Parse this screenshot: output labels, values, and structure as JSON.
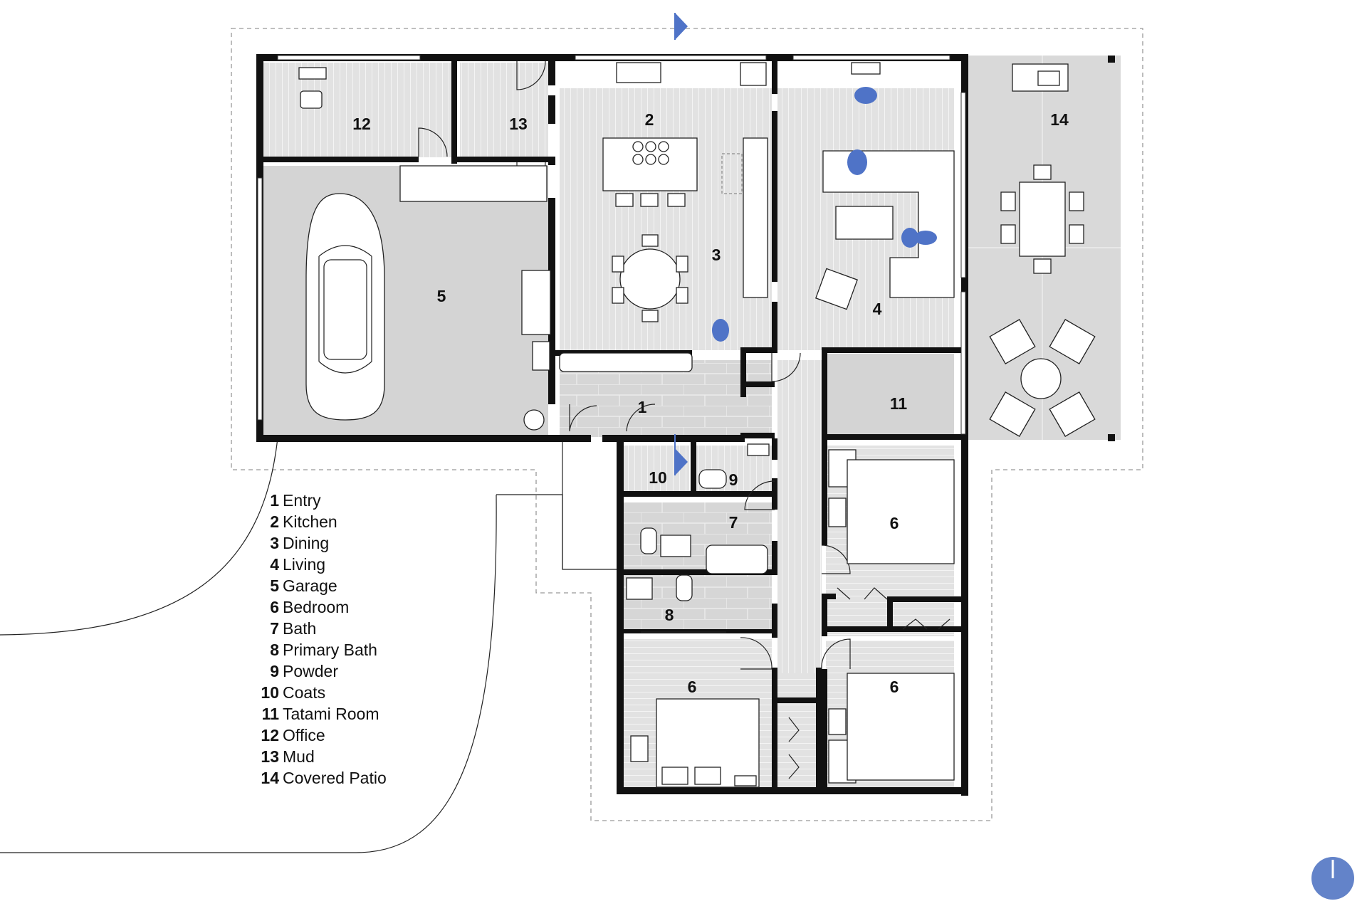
{
  "rooms": [
    {
      "number": "1",
      "name": "Entry"
    },
    {
      "number": "2",
      "name": "Kitchen"
    },
    {
      "number": "3",
      "name": "Dining"
    },
    {
      "number": "4",
      "name": "Living"
    },
    {
      "number": "5",
      "name": "Garage"
    },
    {
      "number": "6",
      "name": "Bedroom"
    },
    {
      "number": "7",
      "name": "Bath"
    },
    {
      "number": "8",
      "name": "Primary Bath"
    },
    {
      "number": "9",
      "name": "Powder"
    },
    {
      "number": "10",
      "name": "Coats"
    },
    {
      "number": "11",
      "name": "Tatami Room"
    },
    {
      "number": "12",
      "name": "Office"
    },
    {
      "number": "13",
      "name": "Mud"
    },
    {
      "number": "14",
      "name": "Covered Patio"
    }
  ],
  "colors": {
    "walls": "#111111",
    "tile_floor": "#d9d9d9",
    "accent_blue": "#4f73c7"
  },
  "icons": {
    "north_arrow": "north-arrow-icon",
    "entry_marker": "entry-triangle-icon",
    "people": "person-icon",
    "car": "car-icon"
  }
}
